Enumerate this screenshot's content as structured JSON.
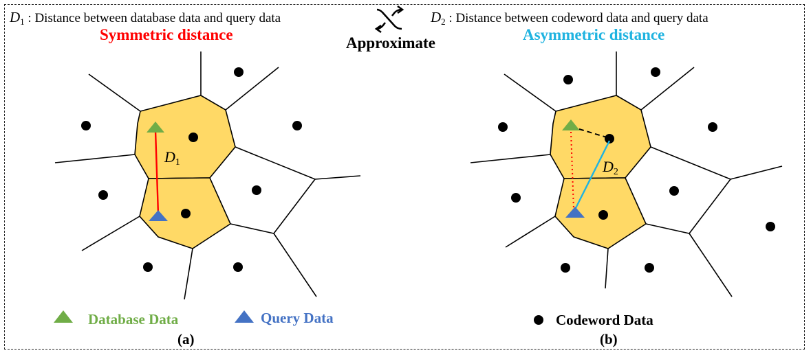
{
  "header": {
    "d1_symbol": "D",
    "d1_sub": "1",
    "d1_colon": ":",
    "d1_text": "Distance between database data and query data",
    "d2_symbol": "D",
    "d2_sub": "2",
    "d2_colon": ":",
    "d2_text": "Distance between codeword data and query data",
    "approximate_label": "Approximate",
    "approximate_icon": "swap-arrows-icon"
  },
  "panel_a": {
    "title": "Symmetric distance",
    "title_color": "#ff0000",
    "distance_symbol": "D",
    "distance_sub": "1",
    "caption": "(a)"
  },
  "panel_b": {
    "title": "Asymmetric  distance",
    "title_color": "#1fb3e0",
    "distance_symbol": "D",
    "distance_sub": "2",
    "caption": "(b)"
  },
  "legend": {
    "database_label": "Database Data",
    "database_color": "#70ad47",
    "query_label": "Query Data",
    "query_color": "#4472c4",
    "codeword_label": "Codeword Data",
    "codeword_color": "#000000"
  },
  "colors": {
    "cell_fill": "#ffd966",
    "symmetric_line": "#ff0000",
    "asymmetric_line": "#1fb3e0",
    "dotted_line": "#ff0000"
  }
}
